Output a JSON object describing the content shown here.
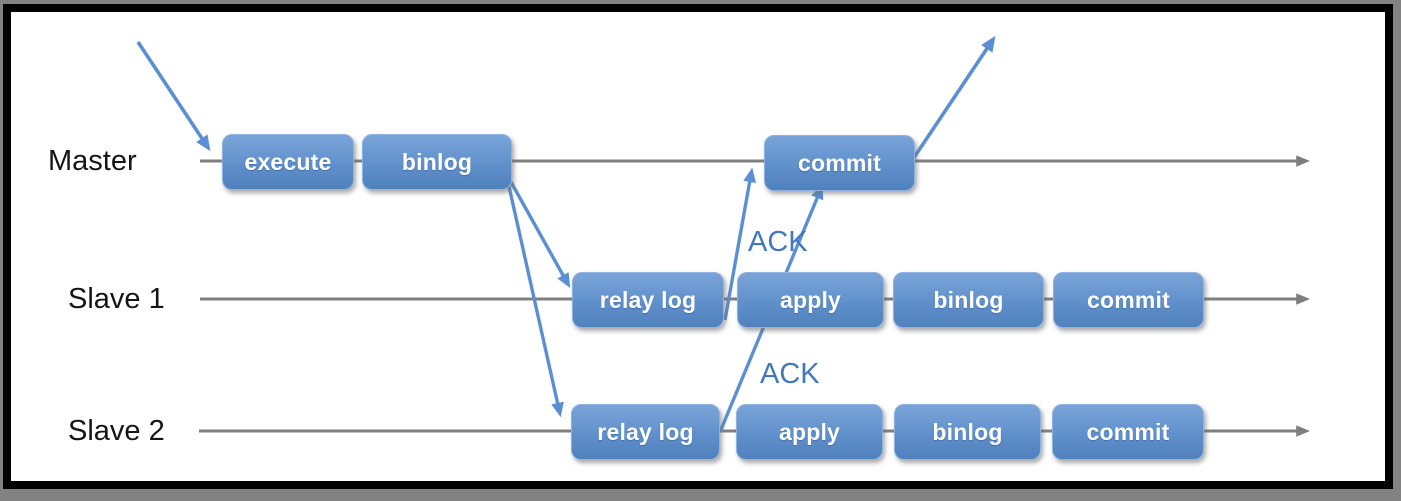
{
  "diagram": {
    "type": "replication-timeline",
    "lanes": [
      {
        "label": "Master",
        "boxes": [
          {
            "label": "execute"
          },
          {
            "label": "binlog"
          },
          {
            "label": "commit"
          }
        ]
      },
      {
        "label": "Slave 1",
        "boxes": [
          {
            "label": "relay log"
          },
          {
            "label": "apply"
          },
          {
            "label": "binlog"
          },
          {
            "label": "commit"
          }
        ]
      },
      {
        "label": "Slave 2",
        "boxes": [
          {
            "label": "relay log"
          },
          {
            "label": "apply"
          },
          {
            "label": "binlog"
          },
          {
            "label": "commit"
          }
        ]
      }
    ],
    "ack_labels": [
      "ACK",
      "ACK"
    ],
    "colors": {
      "box_gradient_top": "#7aa4d9",
      "box_gradient_bottom": "#4f81bd",
      "box_border": "#8fb2e0",
      "arrow_blue": "#5b8fd3",
      "timeline_gray": "#7f7f7f",
      "ack_text": "#4178be",
      "lane_label_text": "#151515",
      "frame_outer_gray": "#828282",
      "frame_inner_black": "#000000",
      "background": "#ffffff"
    }
  }
}
